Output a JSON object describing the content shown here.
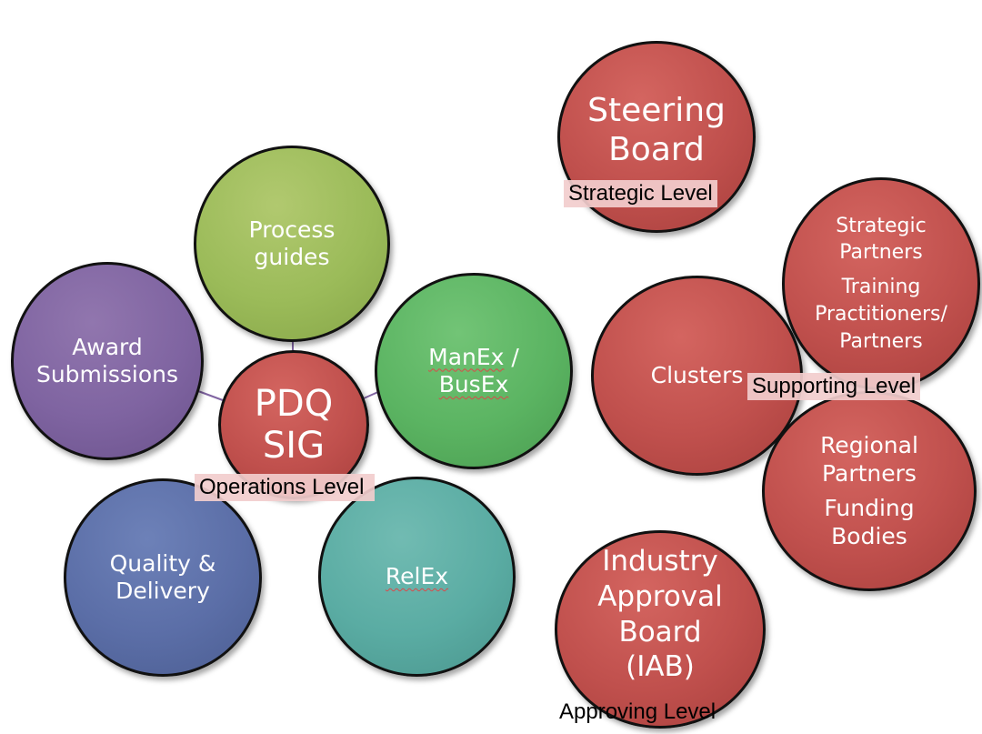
{
  "colors": {
    "red": "#c0504d",
    "light_green": "#9bbb59",
    "green": "#5bb462",
    "purple": "#7f64a1",
    "blue": "#5b6ea7",
    "teal": "#5aaca3",
    "connector": "#8064a2",
    "label_highlight": "#f2cdcd"
  },
  "operations": {
    "hub": {
      "lines": [
        "PDQ",
        "SIG"
      ]
    },
    "level_label": "Operations Level",
    "satellites": {
      "process_guides": {
        "lines": [
          "Process",
          "guides"
        ]
      },
      "manex_busex": {
        "line1a": "ManEx",
        "line1b": " /",
        "line2": "BusEx"
      },
      "award_submissions": {
        "lines": [
          "Award",
          "Submissions"
        ]
      },
      "quality_delivery": {
        "lines": [
          "Quality &",
          "Delivery"
        ]
      },
      "relex": {
        "lines": [
          "RelEx"
        ]
      }
    }
  },
  "strategic": {
    "steering_board": {
      "lines": [
        "Steering",
        "Board"
      ]
    },
    "level_label": "Strategic Level"
  },
  "supporting": {
    "clusters": {
      "lines": [
        "Clusters"
      ]
    },
    "strategic_partners": {
      "group1": [
        "Strategic",
        "Partners"
      ],
      "group2": [
        "Training",
        "Practitioners/",
        "Partners"
      ]
    },
    "regional_partners": {
      "group1": [
        "Regional",
        "Partners"
      ],
      "group2": [
        "Funding",
        "Bodies"
      ]
    },
    "level_label": "Supporting Level"
  },
  "approving": {
    "iab": {
      "lines": [
        "Industry",
        "Approval",
        "Board",
        "(IAB)"
      ]
    },
    "level_label": "Approving Level"
  }
}
